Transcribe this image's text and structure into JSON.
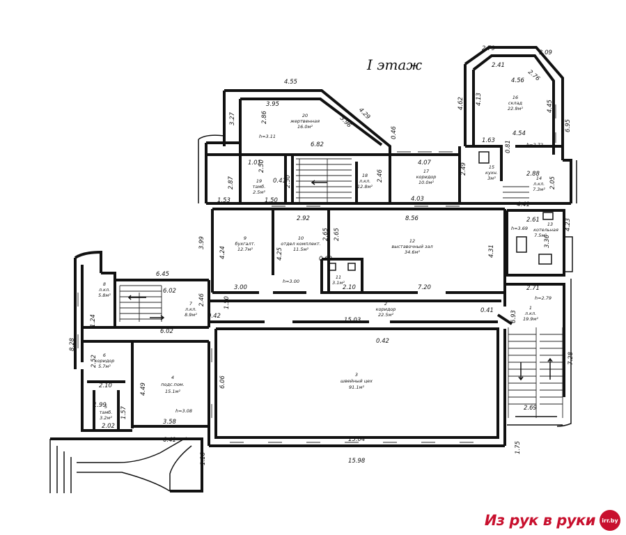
{
  "title": "I этаж",
  "dimensions": {
    "d455": "4.55",
    "d395": "3.95",
    "d429": "4.29",
    "d327": "3.27",
    "d286": "2.86",
    "d396": "3.96",
    "d682": "6.82",
    "d046": "0.46",
    "d101": "1.01",
    "d250a": "2.50",
    "d287": "2.87",
    "d041a": "0.41",
    "d153": "1.53",
    "d150a": "1.50",
    "d250b": "2.50",
    "d246a": "2.46",
    "d407": "4.07",
    "d249": "2.49",
    "d403": "4.03",
    "d279": "2.79",
    "d309": "3.09",
    "d241": "2.41",
    "d276": "2.76",
    "d456": "4.56",
    "d462": "4.62",
    "d413": "4.13",
    "d445": "4.45",
    "d454": "4.54",
    "d695": "6.95",
    "d163": "1.63",
    "d081": "0.81",
    "d288": "2.88",
    "d205": "2.05",
    "d441": "4.41",
    "d292": "2.92",
    "d856": "8.56",
    "d261": "2.61",
    "d423": "4.23",
    "d399": "3.99",
    "d424": "4.24",
    "d265a": "2.65",
    "d265b": "2.65",
    "d425": "4.25",
    "d431": "4.31",
    "d336": "3.36",
    "d060": "0.60",
    "d645": "6.45",
    "d602a": "6.02",
    "d300": "3.00",
    "d210a": "2.10",
    "d720": "7.20",
    "d271": "2.71",
    "d246b": "2.46",
    "d124": "1.24",
    "d150b": "1.50",
    "d602b": "6.02",
    "d042a": "0.42",
    "d1503": "15.03",
    "d041b": "0.41",
    "d693": "6.93",
    "d828": "8.28",
    "d042b": "0.42",
    "d252": "2.52",
    "d210b": "2.10",
    "d449": "4.49",
    "d606": "6.06",
    "d728": "7.28",
    "d199": "1.99",
    "d157": "1.57",
    "d202": "2.02",
    "d358": "3.58",
    "d641": "6.41",
    "d1504": "15.04",
    "d1598": "15.98",
    "d269": "2.69",
    "d175": "1.75",
    "d116": "1.16"
  },
  "rooms": {
    "r20": {
      "num": "20",
      "name": "жертвенная",
      "area": "16.0м²",
      "height": "h=3.11"
    },
    "r19": {
      "num": "19",
      "name": "тамб.",
      "area": "2.5м²"
    },
    "r18": {
      "num": "18",
      "name": "л.кл.",
      "area": "12.8м²"
    },
    "r17": {
      "num": "17",
      "name": "коридор",
      "area": "10.0м²"
    },
    "r16": {
      "num": "16",
      "name": "склад",
      "area": "22.9м²",
      "height": "h=2.72"
    },
    "r15": {
      "num": "15",
      "name": "кухн.",
      "area": "3м²"
    },
    "r14": {
      "num": "14",
      "name": "л.кл.",
      "area": "7.3м²"
    },
    "r13": {
      "num": "13",
      "name": "котельная",
      "area": "7.5м²",
      "height": "h=3.69"
    },
    "r12": {
      "num": "12",
      "name": "выставочный зал",
      "area": "34.6м²"
    },
    "r11": {
      "num": "11",
      "name": "",
      "area": "3.1м²"
    },
    "r10": {
      "num": "10",
      "name": "отдел комплект.",
      "area": "11.5м²",
      "height": "h=3.00"
    },
    "r9": {
      "num": "9",
      "name": "бухгалт.",
      "area": "12.7м²"
    },
    "r8": {
      "num": "8",
      "name": "л.кл.",
      "area": "5.8м²"
    },
    "r7": {
      "num": "7",
      "name": "л.кл.",
      "area": "8.9м²"
    },
    "r6": {
      "num": "6",
      "name": "коридор",
      "area": "5.7м²"
    },
    "r5": {
      "num": "5",
      "name": "тамб.",
      "area": "3.2м²"
    },
    "r4": {
      "num": "4",
      "name": "подс.пом.",
      "area": "15.1м²",
      "height": "h=3.08"
    },
    "r3": {
      "num": "3",
      "name": "швейный цех",
      "area": "91.1м²"
    },
    "r2": {
      "num": "2",
      "name": "коридор",
      "area": "22.5м²"
    },
    "r1": {
      "num": "1",
      "name": "л.кл.",
      "area": "19.9м²",
      "height": "h=2.79"
    }
  },
  "watermark": {
    "text": "Из рук в руки",
    "badge": "irr.by",
    "color": "#c8102e"
  }
}
